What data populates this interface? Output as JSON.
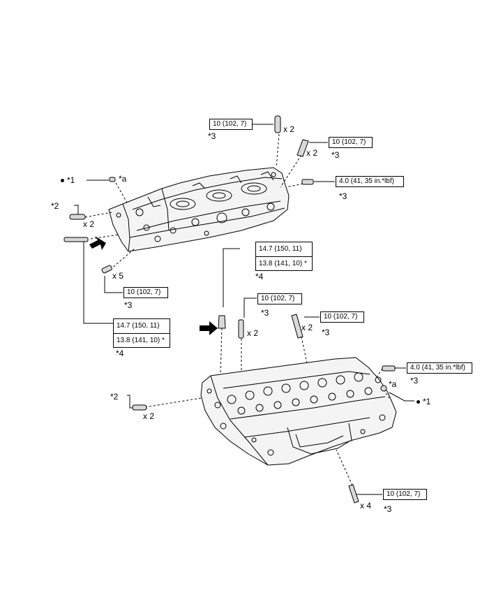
{
  "labels": {
    "non_reusable": "*1",
    "gasket": "*2",
    "stud": "*3",
    "bolt": "*4",
    "note_a": "*a"
  },
  "quantities": {
    "x2": "x 2",
    "x4": "x 4",
    "x5": "x 5"
  },
  "torques": {
    "stud": "10 (102, 7)",
    "plug": "4.0 (41, 35 in.*lbf)",
    "bolt_a": "14.7 (150, 11)",
    "bolt_b": "13.8 (141, 10) *"
  }
}
